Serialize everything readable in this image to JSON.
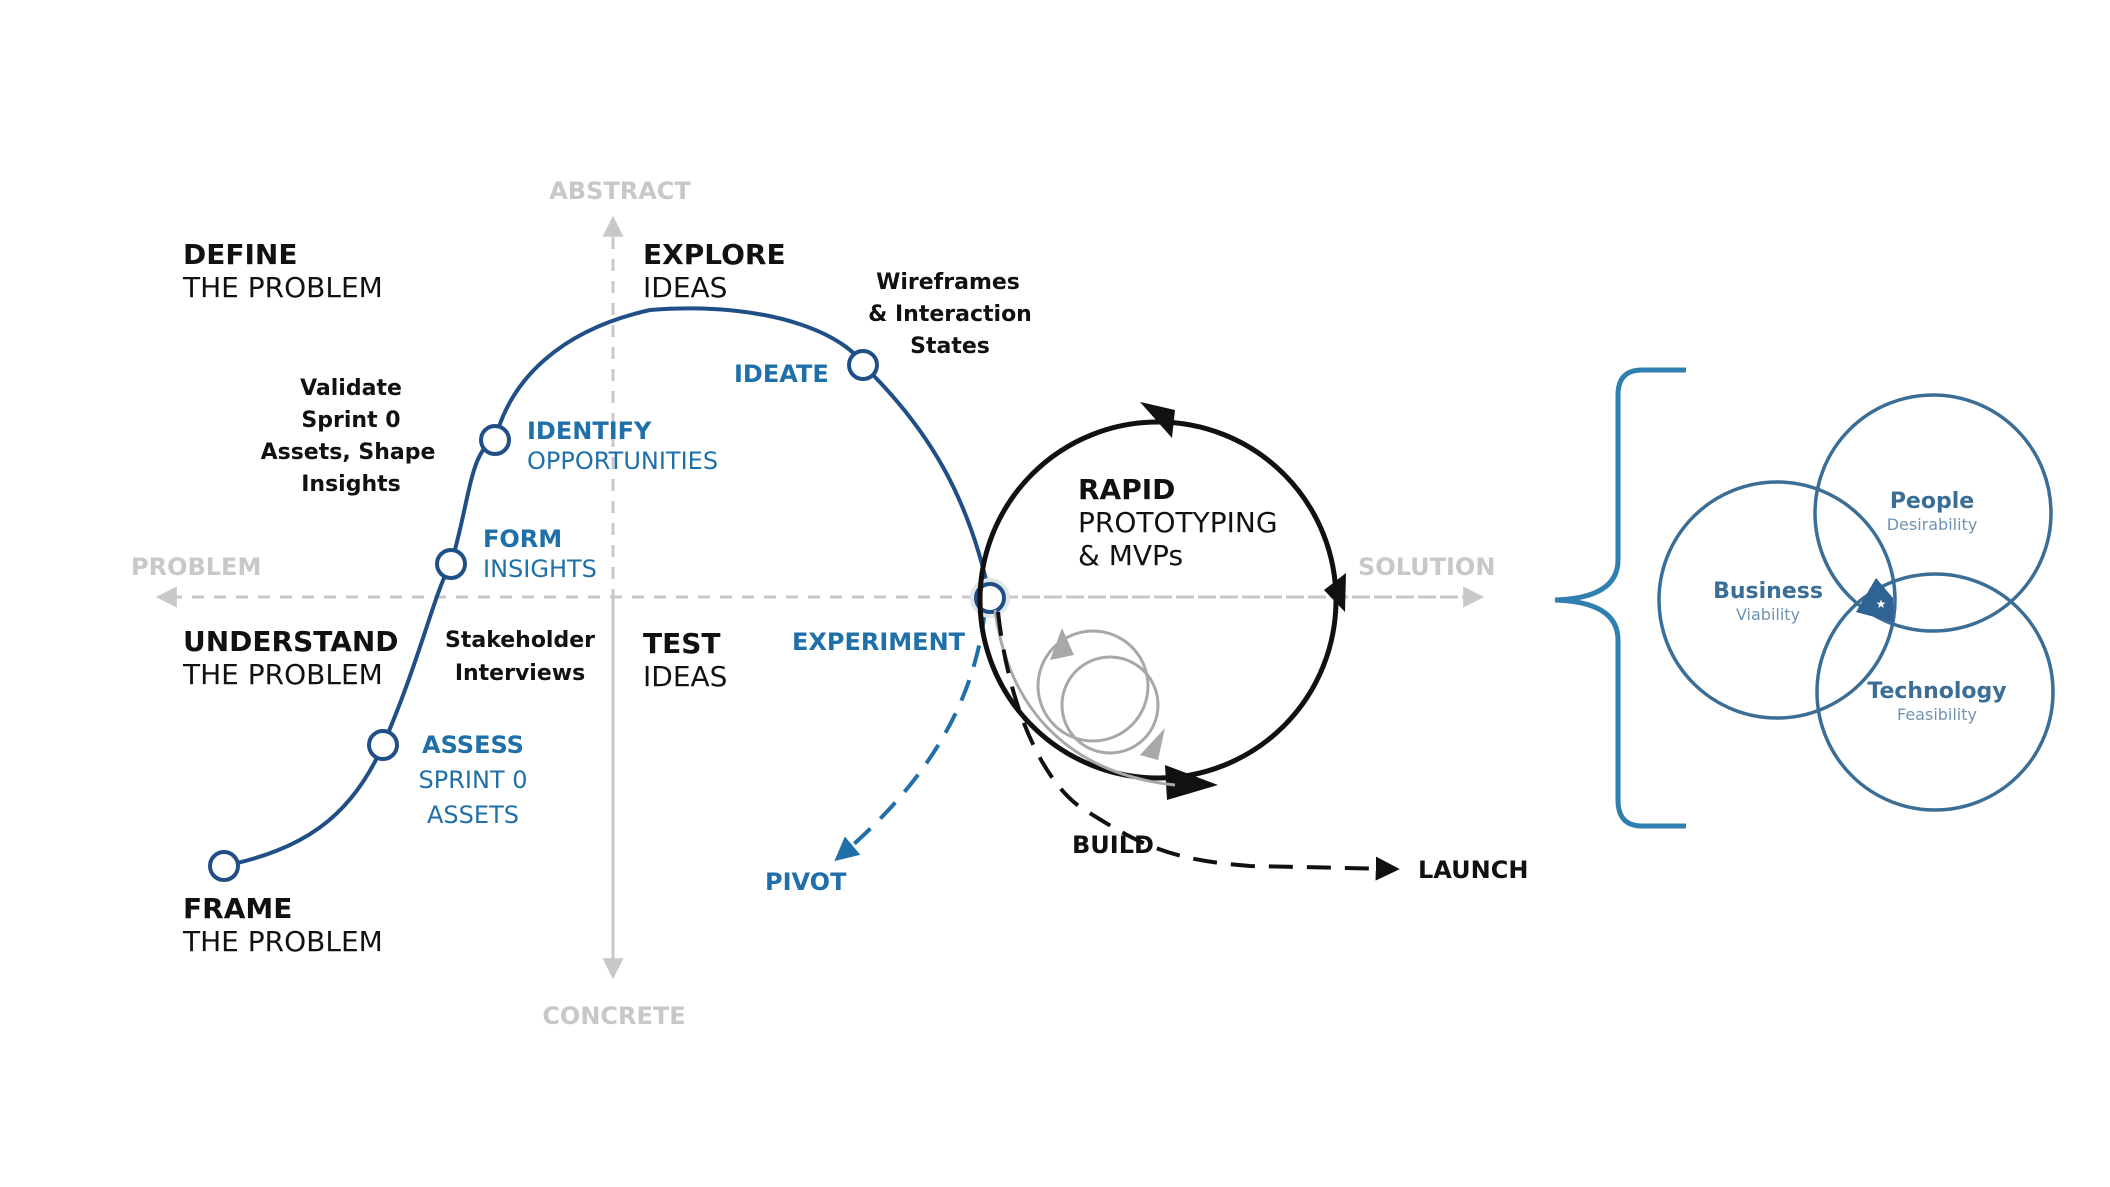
{
  "colors": {
    "curve": "#1f4f86",
    "step_text": "#1f6fa8",
    "axis": "#c8c8c8",
    "loop": "#111111",
    "venn": "#3b6e96",
    "venn_sub": "#6f93b3"
  },
  "axes": {
    "top": "ABSTRACT",
    "bottom": "CONCRETE",
    "left": "PROBLEM",
    "right": "SOLUTION"
  },
  "quadrants": {
    "define": {
      "title": "DEFINE",
      "subtitle": "THE PROBLEM"
    },
    "explore": {
      "title": "EXPLORE",
      "subtitle": "IDEAS"
    },
    "understand": {
      "title": "UNDERSTAND",
      "subtitle": "THE PROBLEM"
    },
    "test": {
      "title": "TEST",
      "subtitle": "IDEAS"
    },
    "frame": {
      "title": "FRAME",
      "subtitle": "THE PROBLEM"
    }
  },
  "notes": {
    "validate": [
      "Validate",
      "Sprint 0",
      "Assets, Shape",
      "Insights"
    ],
    "wireframes": [
      "Wireframes",
      "& Interaction",
      "States"
    ],
    "stakeholder": [
      "Stakeholder",
      "Interviews"
    ]
  },
  "steps": {
    "ideate": {
      "title": "IDEATE"
    },
    "identify": {
      "title": "IDENTIFY",
      "subtitle": "OPPORTUNITIES"
    },
    "form": {
      "title": "FORM",
      "subtitle": "INSIGHTS"
    },
    "assess": {
      "title": "ASSESS",
      "lines": [
        "SPRINT 0",
        "ASSETS"
      ]
    },
    "experiment": {
      "title": "EXPERIMENT"
    },
    "pivot": {
      "title": "PIVOT"
    }
  },
  "rapid": {
    "title": "RAPID",
    "lines": [
      "PROTOTYPING",
      "& MVPs"
    ]
  },
  "flow": {
    "build": "BUILD",
    "launch": "LAUNCH"
  },
  "venn": {
    "business": {
      "title": "Business",
      "subtitle": "Viability"
    },
    "people": {
      "title": "People",
      "subtitle": "Desirability"
    },
    "technology": {
      "title": "Technology",
      "subtitle": "Feasibility"
    }
  }
}
